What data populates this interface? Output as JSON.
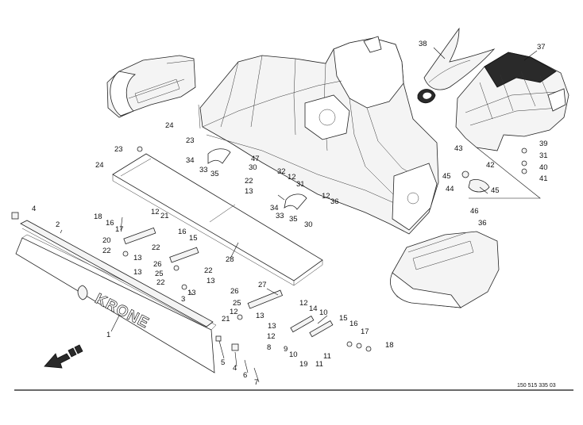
{
  "drawing_number": "150 515 335 03",
  "brand_mark": "KRONE",
  "callouts": [
    {
      "id": "c38",
      "label": "38"
    },
    {
      "id": "c37",
      "label": "37"
    },
    {
      "id": "c24a",
      "label": "24"
    },
    {
      "id": "c23a",
      "label": "23"
    },
    {
      "id": "c23b",
      "label": "23"
    },
    {
      "id": "c24b",
      "label": "24"
    },
    {
      "id": "c34a",
      "label": "34"
    },
    {
      "id": "c33a",
      "label": "33"
    },
    {
      "id": "c35a",
      "label": "35"
    },
    {
      "id": "c47",
      "label": "47"
    },
    {
      "id": "c30a",
      "label": "30"
    },
    {
      "id": "c22a",
      "label": "22"
    },
    {
      "id": "c13a",
      "label": "13"
    },
    {
      "id": "c32",
      "label": "32"
    },
    {
      "id": "c12a",
      "label": "12"
    },
    {
      "id": "c31a",
      "label": "31"
    },
    {
      "id": "c34b",
      "label": "34"
    },
    {
      "id": "c33b",
      "label": "33"
    },
    {
      "id": "c35b",
      "label": "35"
    },
    {
      "id": "c12b",
      "label": "12"
    },
    {
      "id": "c36a",
      "label": "36"
    },
    {
      "id": "c30b",
      "label": "30"
    },
    {
      "id": "c43",
      "label": "43"
    },
    {
      "id": "c42",
      "label": "42"
    },
    {
      "id": "c39",
      "label": "39"
    },
    {
      "id": "c31b",
      "label": "31"
    },
    {
      "id": "c40",
      "label": "40"
    },
    {
      "id": "c41",
      "label": "41"
    },
    {
      "id": "c45a",
      "label": "45"
    },
    {
      "id": "c44",
      "label": "44"
    },
    {
      "id": "c45b",
      "label": "45"
    },
    {
      "id": "c46",
      "label": "46"
    },
    {
      "id": "c36b",
      "label": "36"
    },
    {
      "id": "c4a",
      "label": "4"
    },
    {
      "id": "c18a",
      "label": "18"
    },
    {
      "id": "c16a",
      "label": "16"
    },
    {
      "id": "c17a",
      "label": "17"
    },
    {
      "id": "c12c",
      "label": "12"
    },
    {
      "id": "c21a",
      "label": "21"
    },
    {
      "id": "c20",
      "label": "20"
    },
    {
      "id": "c22b",
      "label": "22"
    },
    {
      "id": "c22c",
      "label": "22"
    },
    {
      "id": "c13b",
      "label": "13"
    },
    {
      "id": "c16b",
      "label": "16"
    },
    {
      "id": "c15a",
      "label": "15"
    },
    {
      "id": "c26a",
      "label": "26"
    },
    {
      "id": "c22d",
      "label": "22"
    },
    {
      "id": "c25a",
      "label": "25"
    },
    {
      "id": "c13c",
      "label": "13"
    },
    {
      "id": "c22e",
      "label": "22"
    },
    {
      "id": "c13d",
      "label": "13"
    },
    {
      "id": "c13e",
      "label": "13"
    },
    {
      "id": "c3",
      "label": "3"
    },
    {
      "id": "c28",
      "label": "28"
    },
    {
      "id": "c2",
      "label": "2"
    },
    {
      "id": "c1",
      "label": "1"
    },
    {
      "id": "c27",
      "label": "27"
    },
    {
      "id": "c26b",
      "label": "26"
    },
    {
      "id": "c25b",
      "label": "25"
    },
    {
      "id": "c12d",
      "label": "12"
    },
    {
      "id": "c21b",
      "label": "21"
    },
    {
      "id": "c12e",
      "label": "12"
    },
    {
      "id": "c14",
      "label": "14"
    },
    {
      "id": "c13f",
      "label": "13"
    },
    {
      "id": "c13g",
      "label": "13"
    },
    {
      "id": "c10a",
      "label": "10"
    },
    {
      "id": "c12f",
      "label": "12"
    },
    {
      "id": "c8",
      "label": "8"
    },
    {
      "id": "c9",
      "label": "9"
    },
    {
      "id": "c10b",
      "label": "10"
    },
    {
      "id": "c15b",
      "label": "15"
    },
    {
      "id": "c16c",
      "label": "16"
    },
    {
      "id": "c17b",
      "label": "17"
    },
    {
      "id": "c18b",
      "label": "18"
    },
    {
      "id": "c19",
      "label": "19"
    },
    {
      "id": "c11a",
      "label": "11"
    },
    {
      "id": "c11b",
      "label": "11"
    },
    {
      "id": "c5",
      "label": "5"
    },
    {
      "id": "c4b",
      "label": "4"
    },
    {
      "id": "c6",
      "label": "6"
    },
    {
      "id": "c7",
      "label": "7"
    }
  ]
}
